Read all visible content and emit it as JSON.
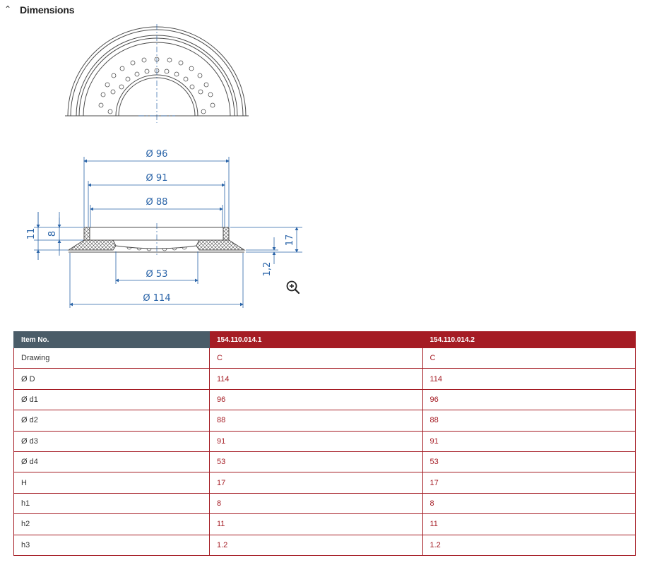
{
  "section": {
    "title": "Dimensions",
    "toggle_icon": "chevron-up-icon"
  },
  "drawing": {
    "colors": {
      "line": "#4d4d4d",
      "dimension": "#2a64a8"
    },
    "labels": {
      "d1": "Ø 96",
      "d3": "Ø 91",
      "d2": "Ø 88",
      "d4": "Ø 53",
      "D": "Ø 114",
      "h2": "11",
      "h1": "8",
      "H": "17",
      "h3": "1,2"
    },
    "zoom_icon": "zoom-in-icon"
  },
  "table": {
    "header": {
      "label": "Item No.",
      "col1": "154.110.014.1",
      "col2": "154.110.014.2"
    },
    "rows": [
      {
        "label": "Drawing",
        "col1": "C",
        "col2": "C"
      },
      {
        "label": "Ø D",
        "col1": "114",
        "col2": "114"
      },
      {
        "label": "Ø d1",
        "col1": "96",
        "col2": "96"
      },
      {
        "label": "Ø d2",
        "col1": "88",
        "col2": "88"
      },
      {
        "label": "Ø d3",
        "col1": "91",
        "col2": "91"
      },
      {
        "label": "Ø d4",
        "col1": "53",
        "col2": "53"
      },
      {
        "label": "H",
        "col1": "17",
        "col2": "17"
      },
      {
        "label": "h1",
        "col1": "8",
        "col2": "8"
      },
      {
        "label": "h2",
        "col1": "11",
        "col2": "11"
      },
      {
        "label": "h3",
        "col1": "1.2",
        "col2": "1.2"
      }
    ],
    "colors": {
      "label_header": "#4a5c68",
      "accent": "#a51c24"
    }
  }
}
